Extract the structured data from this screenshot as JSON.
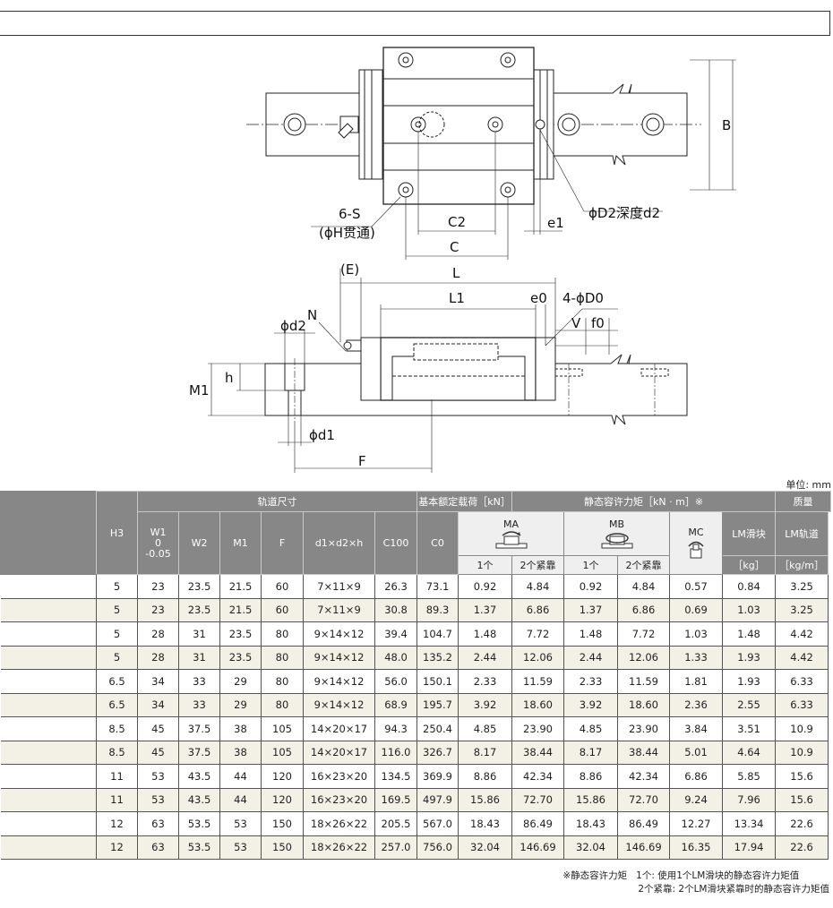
{
  "diagram": {
    "labels": {
      "b": "B",
      "six_s": "6-S",
      "h_through": "(ϕH贯通)",
      "c2": "C2",
      "c": "C",
      "e1": "e1",
      "d2_depth": "ϕD2深度d2",
      "e_paren": "(E)",
      "l": "L",
      "l1": "L1",
      "e0": "e0",
      "four_d0": "4-ϕD0",
      "n": "N",
      "d2": "ϕd2",
      "v": "V",
      "f0": "f0",
      "m1": "M1",
      "h": "h",
      "d1": "ϕd1",
      "f": "F"
    }
  },
  "unit": "单位: mm",
  "table": {
    "headers": {
      "h3": "H3",
      "rail_dims": "轨道尺寸",
      "basic_load": "基本额定载荷［kN］",
      "static_moment": "静态容许力矩［kN · m］※",
      "mass": "质量",
      "w1_top": "W1",
      "w1_mid": "0",
      "w1_bot": "-0.05",
      "w2": "W2",
      "m1": "M1",
      "f": "F",
      "dim": "d1×d2×h",
      "c100": "C100",
      "c0": "C0",
      "ma": "MA",
      "mb": "MB",
      "mc": "MC",
      "lm_block": "LM滑块",
      "lm_rail": "LM轨道",
      "one": "1个",
      "two_close": "2个紧靠",
      "kg": "［kg］",
      "kgm": "［kg/m］"
    },
    "rows": [
      [
        "5",
        "23",
        "23.5",
        "21.5",
        "60",
        "7×11×9",
        "26.3",
        "73.1",
        "0.92",
        "4.84",
        "0.92",
        "4.84",
        "0.57",
        "0.84",
        "3.25"
      ],
      [
        "5",
        "23",
        "23.5",
        "21.5",
        "60",
        "7×11×9",
        "30.8",
        "89.3",
        "1.37",
        "6.86",
        "1.37",
        "6.86",
        "0.69",
        "1.03",
        "3.25"
      ],
      [
        "5",
        "28",
        "31",
        "23.5",
        "80",
        "9×14×12",
        "39.4",
        "104.7",
        "1.48",
        "7.72",
        "1.48",
        "7.72",
        "1.03",
        "1.48",
        "4.42"
      ],
      [
        "5",
        "28",
        "31",
        "23.5",
        "80",
        "9×14×12",
        "48.0",
        "135.2",
        "2.44",
        "12.06",
        "2.44",
        "12.06",
        "1.33",
        "1.93",
        "4.42"
      ],
      [
        "6.5",
        "34",
        "33",
        "29",
        "80",
        "9×14×12",
        "56.0",
        "150.1",
        "2.33",
        "11.59",
        "2.33",
        "11.59",
        "1.81",
        "1.93",
        "6.33"
      ],
      [
        "6.5",
        "34",
        "33",
        "29",
        "80",
        "9×14×12",
        "68.9",
        "195.7",
        "3.92",
        "18.60",
        "3.92",
        "18.60",
        "2.36",
        "2.55",
        "6.33"
      ],
      [
        "8.5",
        "45",
        "37.5",
        "38",
        "105",
        "14×20×17",
        "94.3",
        "250.4",
        "4.85",
        "23.90",
        "4.85",
        "23.90",
        "3.84",
        "3.51",
        "10.9"
      ],
      [
        "8.5",
        "45",
        "37.5",
        "38",
        "105",
        "14×20×17",
        "116.0",
        "326.7",
        "8.17",
        "38.44",
        "8.17",
        "38.44",
        "5.01",
        "4.64",
        "10.9"
      ],
      [
        "11",
        "53",
        "43.5",
        "44",
        "120",
        "16×23×20",
        "134.5",
        "369.9",
        "8.86",
        "42.34",
        "8.86",
        "42.34",
        "6.86",
        "5.85",
        "15.6"
      ],
      [
        "11",
        "53",
        "43.5",
        "44",
        "120",
        "16×23×20",
        "169.5",
        "497.9",
        "15.86",
        "72.70",
        "15.86",
        "72.70",
        "9.24",
        "7.96",
        "15.6"
      ],
      [
        "12",
        "63",
        "53.5",
        "53",
        "150",
        "18×26×22",
        "205.5",
        "567.0",
        "18.43",
        "86.49",
        "18.43",
        "86.49",
        "12.27",
        "13.34",
        "22.6"
      ],
      [
        "12",
        "63",
        "53.5",
        "53",
        "150",
        "18×26×22",
        "257.0",
        "756.0",
        "32.04",
        "146.69",
        "32.04",
        "146.69",
        "16.35",
        "17.94",
        "22.6"
      ]
    ]
  },
  "footnote": {
    "line1": "※静态容许力矩   1个: 使用1个LM滑块的静态容许力矩值",
    "line2": "2个紧靠: 2个LM滑块紧靠时的静态容许力矩值"
  }
}
